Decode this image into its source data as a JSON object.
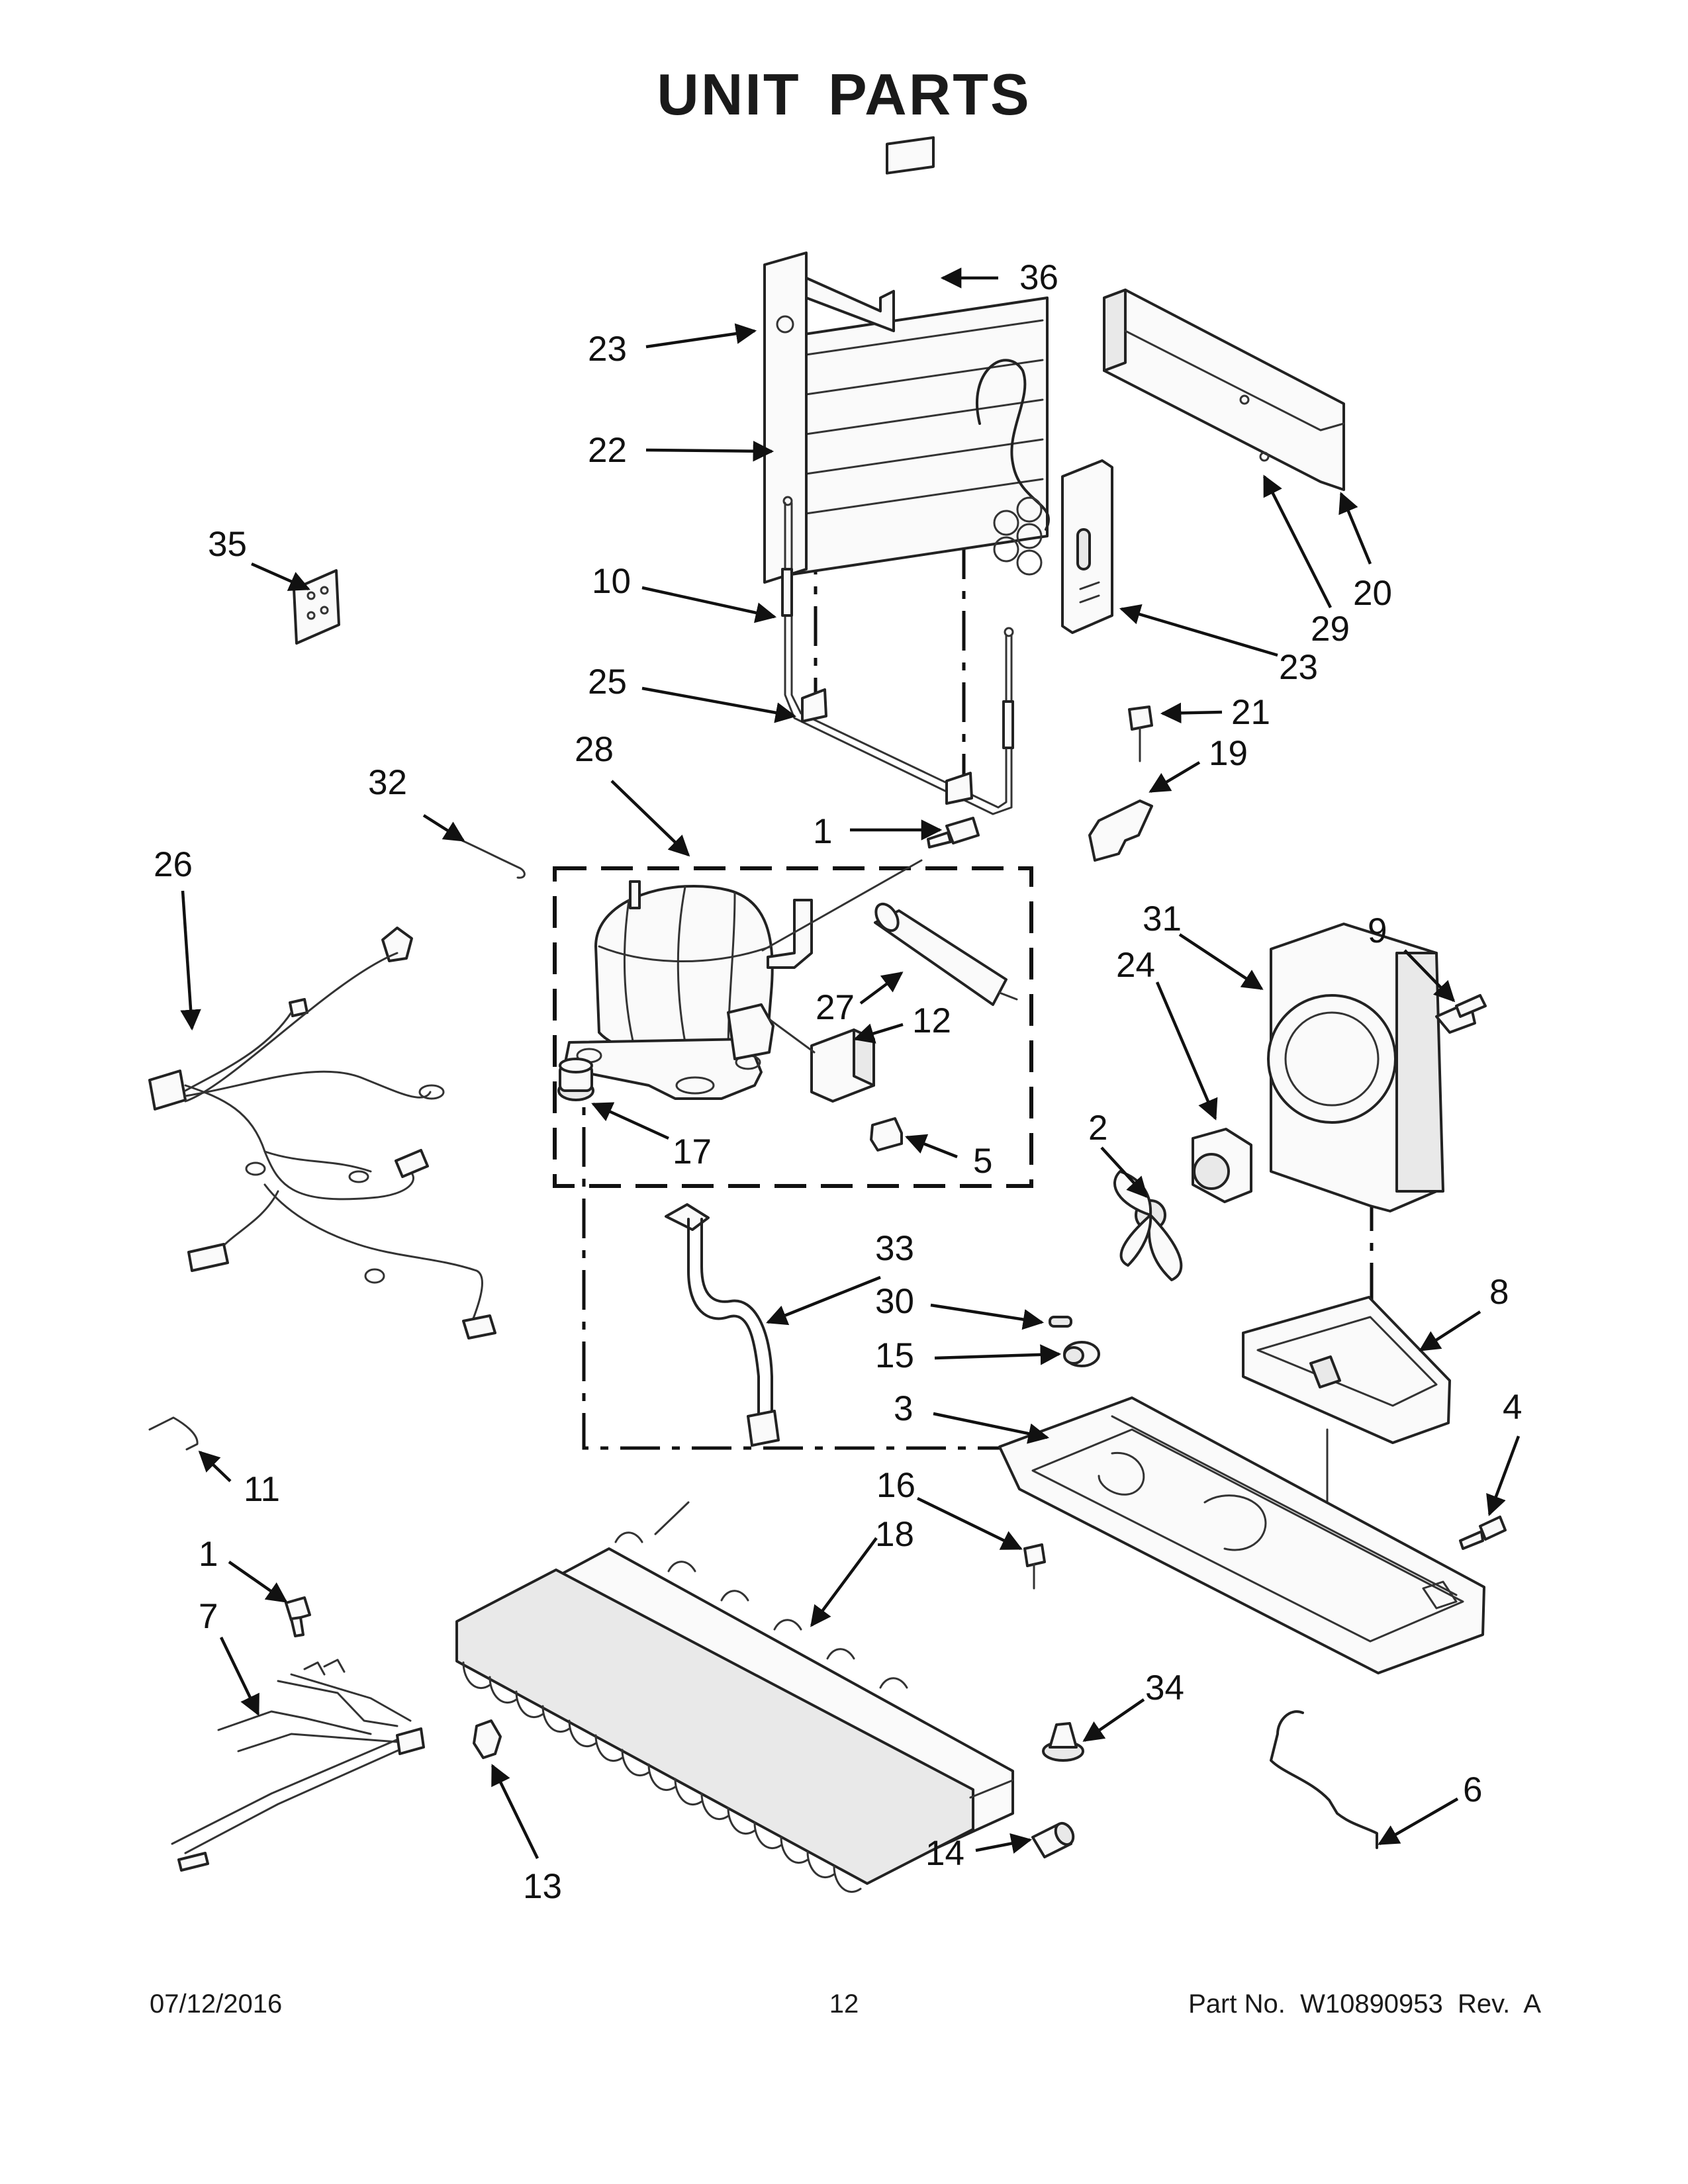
{
  "page": {
    "title": "UNIT PARTS",
    "footer": {
      "date": "07/12/2016",
      "page_number": "12",
      "part_info": "Part No.  W10890953  Rev.  A"
    }
  },
  "callouts": {
    "c36": "36",
    "c23a": "23",
    "c22": "22",
    "c10": "10",
    "c25": "25",
    "c28": "28",
    "c35": "35",
    "c32": "32",
    "c26": "26",
    "c1a": "1",
    "c27": "27",
    "c12": "12",
    "c17": "17",
    "c5": "5",
    "c20": "20",
    "c29": "29",
    "c23b": "23",
    "c21": "21",
    "c19": "19",
    "c31": "31",
    "c9": "9",
    "c24": "24",
    "c2": "2",
    "c33": "33",
    "c30": "30",
    "c15": "15",
    "c8": "8",
    "c3": "3",
    "c4": "4",
    "c11": "11",
    "c16": "16",
    "c18": "18",
    "c1b": "1",
    "c7": "7",
    "c34": "34",
    "c13": "13",
    "c14": "14",
    "c6": "6"
  }
}
